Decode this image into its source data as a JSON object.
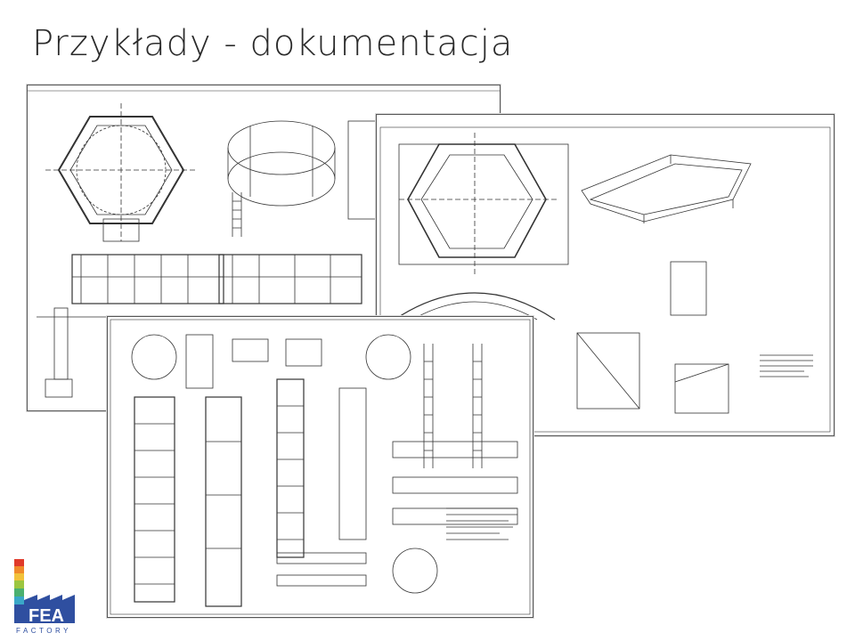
{
  "slide": {
    "title": "Przykłady - dokumentacja"
  },
  "logo": {
    "text": "FEA",
    "subtitle": "FACTORY",
    "brand_color": "#2f4fa0"
  },
  "drawings": [
    {
      "name": "drawing-sheet-platform-hexagon"
    },
    {
      "name": "drawing-sheet-construction-elements"
    },
    {
      "name": "drawing-sheet-ladders"
    }
  ]
}
